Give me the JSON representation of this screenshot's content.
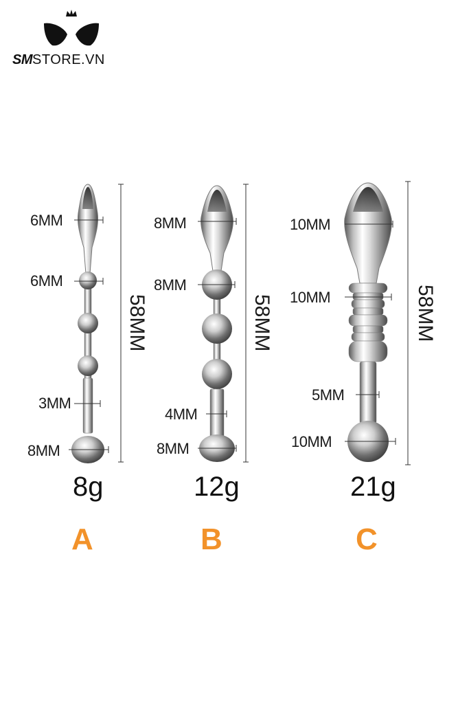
{
  "brand": {
    "logo_text_bold": "SM",
    "logo_text_rest": "STORE.VN",
    "logo_icon": "cat-ears-crown-icon"
  },
  "colors": {
    "letter_accent": "#f2922a",
    "metal_dark": "#6e6e6e",
    "metal_light": "#f4f4f4"
  },
  "products": [
    {
      "letter": "A",
      "weight": "8g",
      "length": "58MM",
      "dims": [
        "6MM",
        "6MM",
        "3MM",
        "8MM"
      ]
    },
    {
      "letter": "B",
      "weight": "12g",
      "length": "58MM",
      "dims": [
        "8MM",
        "8MM",
        "4MM",
        "8MM"
      ]
    },
    {
      "letter": "C",
      "weight": "21g",
      "length": "58MM",
      "dims": [
        "10MM",
        "10MM",
        "5MM",
        "10MM"
      ]
    }
  ]
}
